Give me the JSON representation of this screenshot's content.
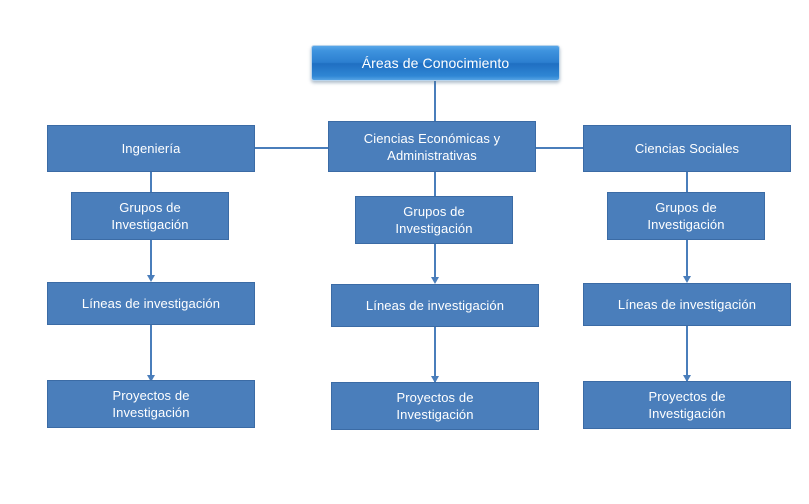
{
  "diagram": {
    "title": "Áreas de Conocimiento",
    "background_color": "#ffffff",
    "node_fill_color": "#4a7ebb",
    "node_border_color": "#3b6ba5",
    "root_border_color": "#b9d4ec",
    "connector_color": "#4a7ebb",
    "text_color": "#ffffff"
  },
  "root": {
    "label": "Áreas de Conocimiento"
  },
  "columns": [
    {
      "key": "ingenieria",
      "area": "Ingeniería",
      "groups": "Grupos de\nInvestigación",
      "lines": "Líneas de investigación",
      "projects": "Proyectos de\nInvestigación"
    },
    {
      "key": "ciencias-economicas-y-administrativas",
      "area": "Ciencias  Económicas y\nAdministrativas",
      "groups": "Grupos de\nInvestigación",
      "lines": "Líneas de investigación",
      "projects": "Proyectos de\nInvestigación"
    },
    {
      "key": "ciencias-sociales",
      "area": "Ciencias Sociales",
      "groups": "Grupos de\nInvestigación",
      "lines": "Líneas de investigación",
      "projects": "Proyectos de\nInvestigación"
    }
  ]
}
